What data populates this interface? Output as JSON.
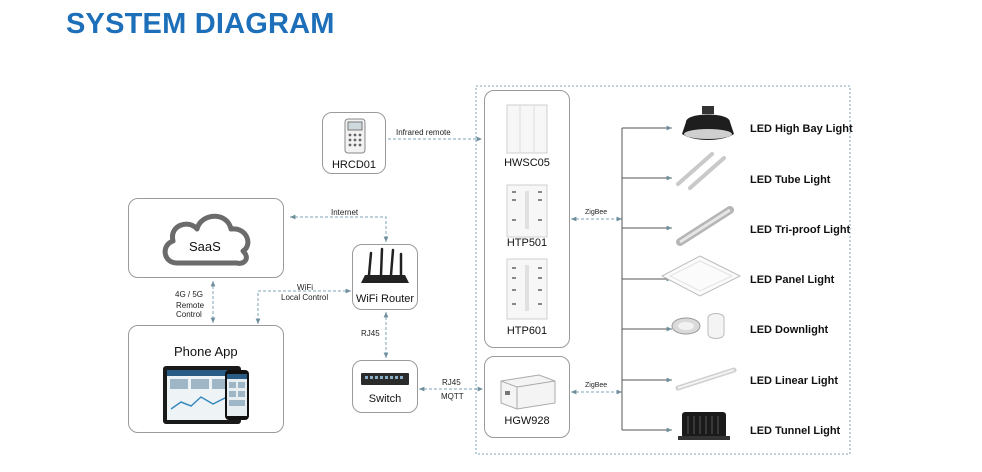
{
  "header": {
    "title": "SYSTEM DIAGRAM"
  },
  "nodes": {
    "remote": "HRCD01",
    "saas": "SaaS",
    "phone_app": "Phone App",
    "router": "WiFi Router",
    "switch": "Switch",
    "panel_1": "HWSC05",
    "panel_2": "HTP501",
    "panel_3": "HTP601",
    "gateway": "HGW928"
  },
  "connections": {
    "infrared": "Infrared remote",
    "internet": "Internet",
    "wifi": "WiFi",
    "local_control": "Local Control",
    "cellular": "4G / 5G",
    "remote_1": "Remote",
    "remote_2": "Control",
    "rj45_a": "RJ45",
    "rj45_b": "RJ45",
    "mqtt": "MQTT",
    "zigbee_a": "ZigBee",
    "zigbee_b": "ZigBee"
  },
  "lights": [
    "LED High Bay Light",
    "LED Tube Light",
    "LED Tri-proof Light",
    "LED  Panel Light",
    "LED  Downlight",
    "LED  Linear Light",
    "LED Tunnel Light"
  ],
  "colors": {
    "title": "#1c6fb8",
    "line": "#8a8a8a",
    "dashed": "#7fa6b8"
  }
}
